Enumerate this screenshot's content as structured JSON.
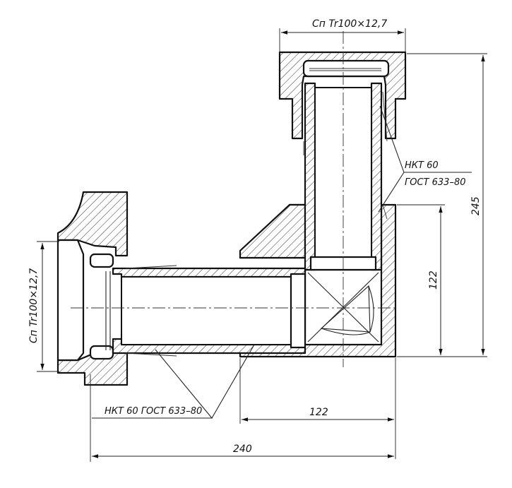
{
  "labels": {
    "top_thread": "Сп Tr100×12,7",
    "left_thread": "Сп Tr100×12,7",
    "pipe_spec_line1": "НКТ 60",
    "pipe_spec_line2": "ГОСТ 633–80",
    "pipe_spec_bottom": "НКТ 60 ГОСТ 633–80"
  },
  "dimensions": {
    "overall_height": "245",
    "branch_height": "122",
    "branch_width": "122",
    "overall_width": "240"
  }
}
